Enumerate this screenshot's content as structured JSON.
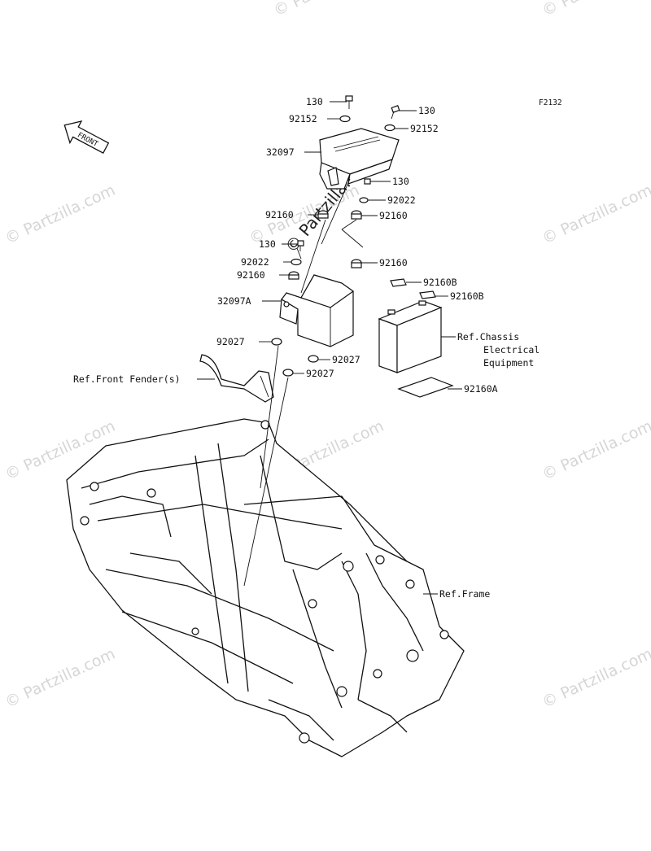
{
  "figure_code": "F2132",
  "front_arrow_label": "FRONT",
  "watermark_text": "© Partzilla.com",
  "labels": {
    "p130_top": "130",
    "p130_top_right": "130",
    "p92152_left": "92152",
    "p92152_right": "92152",
    "p32097": "32097",
    "p130_mid": "130",
    "p92022_mid": "92022",
    "p92160_a": "92160",
    "p92160_b": "92160",
    "p130_lower": "130",
    "p92022_lower": "92022",
    "p92160_c": "92160",
    "p92160_d": "92160",
    "p92160B_a": "92160B",
    "p92160B_b": "92160B",
    "p32097A": "32097A",
    "p92027_a": "92027",
    "p92027_b": "92027",
    "p92027_c": "92027",
    "p92160A": "92160A",
    "ref_chassis_1": "Ref.Chassis",
    "ref_chassis_2": "Electrical",
    "ref_chassis_3": "Equipment",
    "ref_front_fender": "Ref.Front Fender(s)",
    "ref_frame": "Ref.Frame"
  }
}
